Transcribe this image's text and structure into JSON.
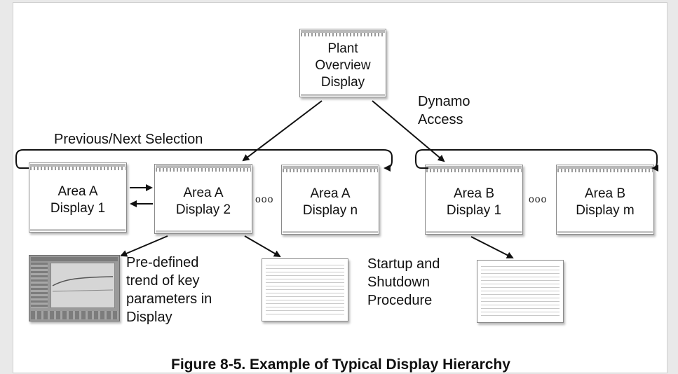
{
  "diagram": {
    "overview": {
      "label": "Plant\nOverview\nDisplay"
    },
    "area_a": [
      {
        "label": "Area A\nDisplay 1"
      },
      {
        "label": "Area A\nDisplay 2"
      },
      {
        "label": "Area A\nDisplay n"
      }
    ],
    "area_b": [
      {
        "label": "Area B\nDisplay 1"
      },
      {
        "label": "Area B\nDisplay m"
      }
    ],
    "ellipsis": "ooo",
    "text": {
      "previous_next": "Previous/Next Selection",
      "dynamo_access": "Dynamo\nAccess",
      "trend": "Pre-defined\ntrend of key\nparameters in\nDisplay",
      "procedure": "Startup and\nShutdown\nProcedure"
    },
    "caption": "Figure 8-5. Example of Typical Display Hierarchy"
  }
}
